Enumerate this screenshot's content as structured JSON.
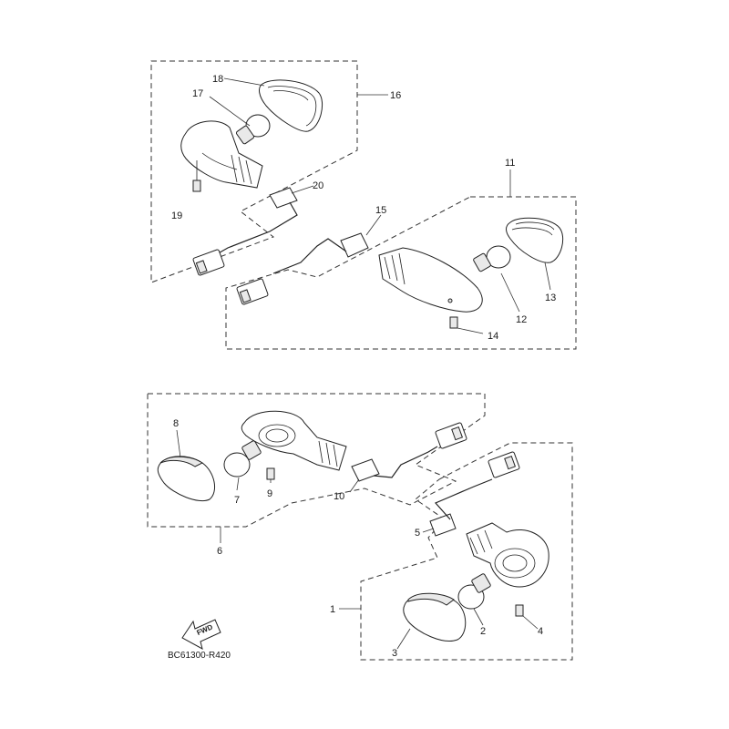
{
  "diagram": {
    "drawing_code": "BC61300-R420",
    "fwd_label": "FWD",
    "labels": [
      {
        "key": "18",
        "text": "18"
      },
      {
        "key": "17",
        "text": "17"
      },
      {
        "key": "16",
        "text": "16"
      },
      {
        "key": "19",
        "text": "19"
      },
      {
        "key": "20",
        "text": "20"
      },
      {
        "key": "11",
        "text": "11"
      },
      {
        "key": "15",
        "text": "15"
      },
      {
        "key": "13",
        "text": "13"
      },
      {
        "key": "12",
        "text": "12"
      },
      {
        "key": "14",
        "text": "14"
      },
      {
        "key": "8",
        "text": "8"
      },
      {
        "key": "7",
        "text": "7"
      },
      {
        "key": "9",
        "text": "9"
      },
      {
        "key": "10",
        "text": "10"
      },
      {
        "key": "6",
        "text": "6"
      },
      {
        "key": "5",
        "text": "5"
      },
      {
        "key": "1",
        "text": "1"
      },
      {
        "key": "2",
        "text": "2"
      },
      {
        "key": "4",
        "text": "4"
      },
      {
        "key": "3",
        "text": "3"
      }
    ]
  }
}
